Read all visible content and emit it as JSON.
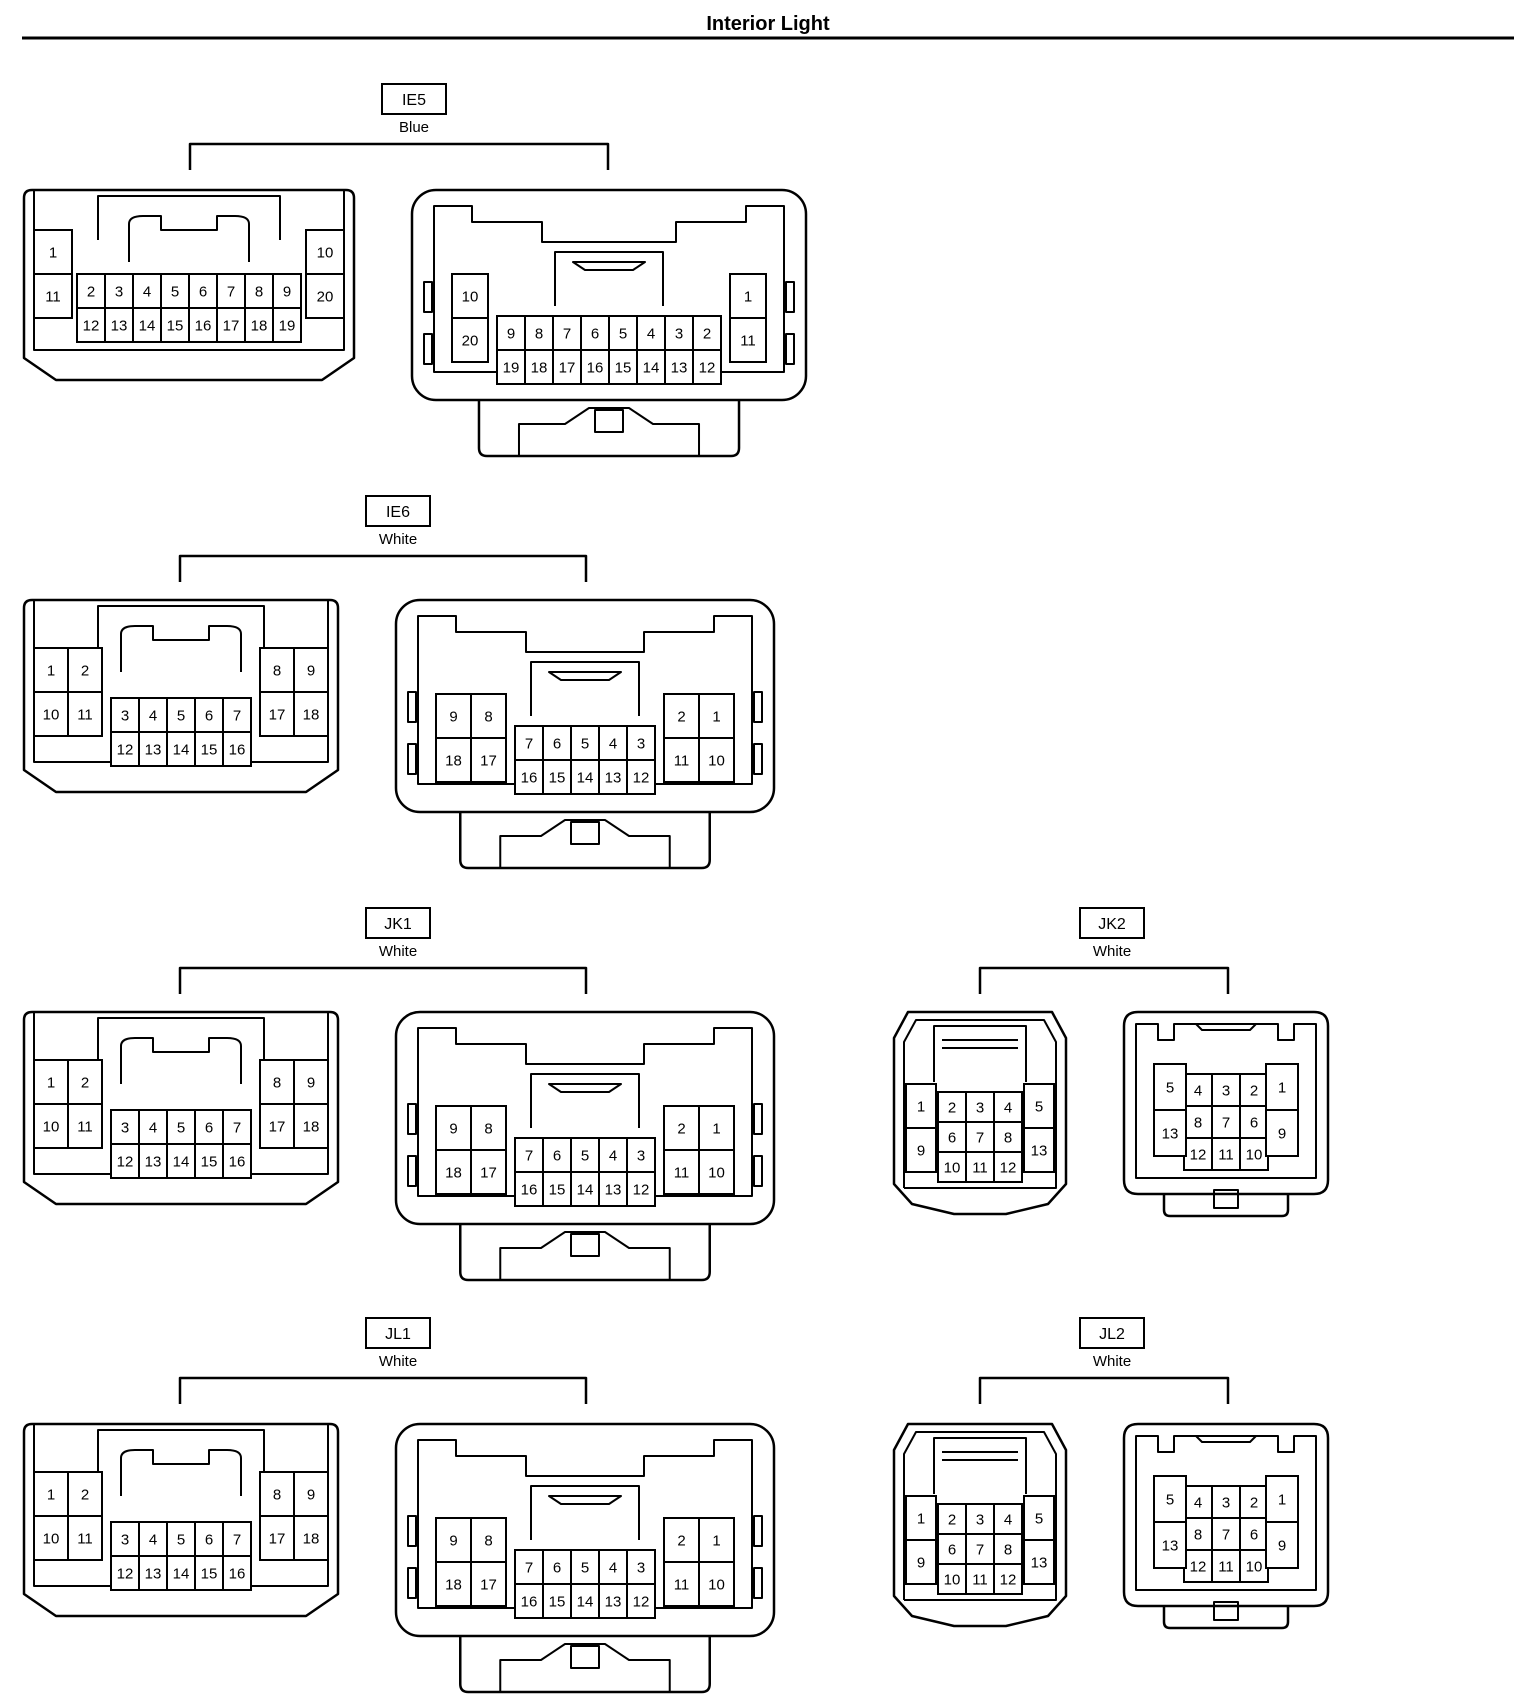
{
  "page": {
    "title": "Interior Light"
  },
  "connectors": [
    {
      "id": "IE5",
      "color": "Blue",
      "male": {
        "left": [
          [
            "1"
          ],
          [
            "11"
          ]
        ],
        "center": [
          [
            "2",
            "3",
            "4",
            "5",
            "6",
            "7",
            "8",
            "9"
          ],
          [
            "12",
            "13",
            "14",
            "15",
            "16",
            "17",
            "18",
            "19"
          ]
        ],
        "right": [
          [
            "10"
          ],
          [
            "20"
          ]
        ]
      },
      "female": {
        "left": [
          [
            "10"
          ],
          [
            "20"
          ]
        ],
        "center": [
          [
            "9",
            "8",
            "7",
            "6",
            "5",
            "4",
            "3",
            "2"
          ],
          [
            "19",
            "18",
            "17",
            "16",
            "15",
            "14",
            "13",
            "12"
          ]
        ],
        "right": [
          [
            "1"
          ],
          [
            "11"
          ]
        ]
      }
    },
    {
      "id": "IE6",
      "color": "White",
      "male": {
        "left": [
          [
            "1",
            "2"
          ],
          [
            "10",
            "11"
          ]
        ],
        "center": [
          [
            "3",
            "4",
            "5",
            "6",
            "7"
          ],
          [
            "12",
            "13",
            "14",
            "15",
            "16"
          ]
        ],
        "right": [
          [
            "8",
            "9"
          ],
          [
            "17",
            "18"
          ]
        ]
      },
      "female": {
        "left": [
          [
            "9",
            "8"
          ],
          [
            "18",
            "17"
          ]
        ],
        "center": [
          [
            "7",
            "6",
            "5",
            "4",
            "3"
          ],
          [
            "16",
            "15",
            "14",
            "13",
            "12"
          ]
        ],
        "right": [
          [
            "2",
            "1"
          ],
          [
            "11",
            "10"
          ]
        ]
      }
    },
    {
      "id": "JK1",
      "color": "White",
      "male": {
        "left": [
          [
            "1",
            "2"
          ],
          [
            "10",
            "11"
          ]
        ],
        "center": [
          [
            "3",
            "4",
            "5",
            "6",
            "7"
          ],
          [
            "12",
            "13",
            "14",
            "15",
            "16"
          ]
        ],
        "right": [
          [
            "8",
            "9"
          ],
          [
            "17",
            "18"
          ]
        ]
      },
      "female": {
        "left": [
          [
            "9",
            "8"
          ],
          [
            "18",
            "17"
          ]
        ],
        "center": [
          [
            "7",
            "6",
            "5",
            "4",
            "3"
          ],
          [
            "16",
            "15",
            "14",
            "13",
            "12"
          ]
        ],
        "right": [
          [
            "2",
            "1"
          ],
          [
            "11",
            "10"
          ]
        ]
      }
    },
    {
      "id": "JK2",
      "color": "White",
      "male": {
        "left": [
          [
            "1"
          ],
          [
            "9"
          ]
        ],
        "center": [
          [
            "2",
            "3",
            "4"
          ],
          [
            "6",
            "7",
            "8"
          ],
          [
            "10",
            "11",
            "12"
          ]
        ],
        "right": [
          [
            "5"
          ],
          [
            "13"
          ]
        ]
      },
      "female": {
        "left": [
          [
            "5"
          ],
          [
            "13"
          ]
        ],
        "center": [
          [
            "4",
            "3",
            "2"
          ],
          [
            "8",
            "7",
            "6"
          ],
          [
            "12",
            "11",
            "10"
          ]
        ],
        "right": [
          [
            "1"
          ],
          [
            "9"
          ]
        ]
      }
    },
    {
      "id": "JL1",
      "color": "White",
      "male": {
        "left": [
          [
            "1",
            "2"
          ],
          [
            "10",
            "11"
          ]
        ],
        "center": [
          [
            "3",
            "4",
            "5",
            "6",
            "7"
          ],
          [
            "12",
            "13",
            "14",
            "15",
            "16"
          ]
        ],
        "right": [
          [
            "8",
            "9"
          ],
          [
            "17",
            "18"
          ]
        ]
      },
      "female": {
        "left": [
          [
            "9",
            "8"
          ],
          [
            "18",
            "17"
          ]
        ],
        "center": [
          [
            "7",
            "6",
            "5",
            "4",
            "3"
          ],
          [
            "16",
            "15",
            "14",
            "13",
            "12"
          ]
        ],
        "right": [
          [
            "2",
            "1"
          ],
          [
            "11",
            "10"
          ]
        ]
      }
    },
    {
      "id": "JL2",
      "color": "White",
      "male": {
        "left": [
          [
            "1"
          ],
          [
            "9"
          ]
        ],
        "center": [
          [
            "2",
            "3",
            "4"
          ],
          [
            "6",
            "7",
            "8"
          ],
          [
            "10",
            "11",
            "12"
          ]
        ],
        "right": [
          [
            "5"
          ],
          [
            "13"
          ]
        ]
      },
      "female": {
        "left": [
          [
            "5"
          ],
          [
            "13"
          ]
        ],
        "center": [
          [
            "4",
            "3",
            "2"
          ],
          [
            "8",
            "7",
            "6"
          ],
          [
            "12",
            "11",
            "10"
          ]
        ],
        "right": [
          [
            "1"
          ],
          [
            "9"
          ]
        ]
      }
    }
  ]
}
